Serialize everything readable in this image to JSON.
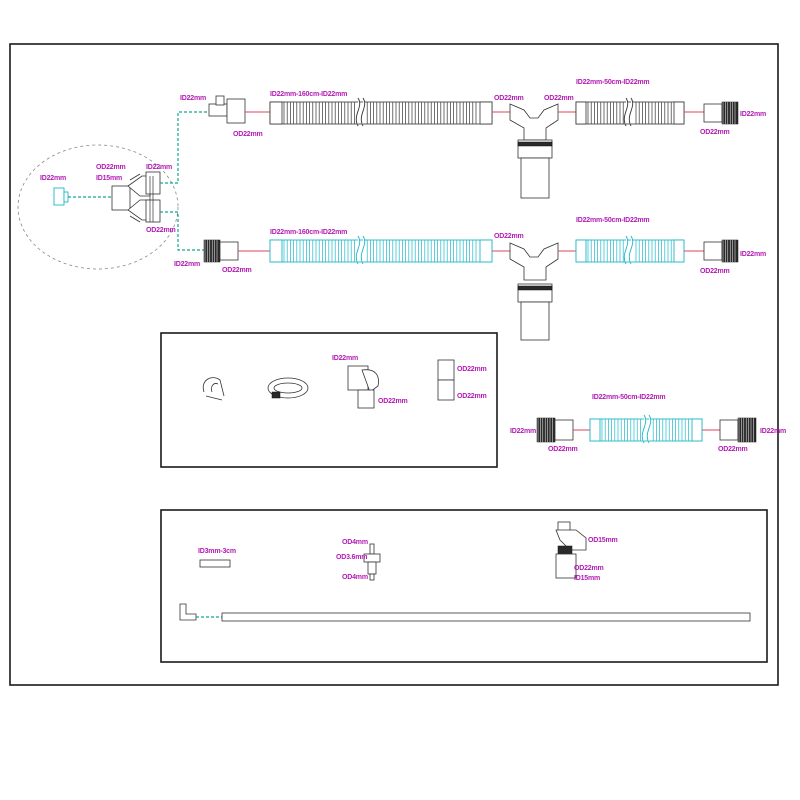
{
  "labels": {
    "mask_id": "ID22mm",
    "y_od_top": "OD22mm",
    "y_id_top": "ID22mm",
    "y_id_mid": "ID15mm",
    "y_od_bottom": "OD22mm",
    "top_port_id": "ID22mm",
    "top_port_od": "OD22mm",
    "top_tube1_spec": "ID22mm-160cm-ID22mm",
    "top_trap_od_left": "OD22mm",
    "top_trap_od_right": "OD22mm",
    "top_tube2_spec": "ID22mm-50cm-ID22mm",
    "top_end_id": "ID22mm",
    "top_end_od": "OD22mm",
    "bot_cuff_id": "ID22mm",
    "bot_cuff_od": "OD22mm",
    "bot_tube1_spec": "ID22mm-160cm-ID22mm",
    "bot_trap_od_left": "OD22mm",
    "bot_tube2_spec": "ID22mm-50cm-ID22mm",
    "bot_end_id": "ID22mm",
    "bot_end_od": "OD22mm",
    "elbow_id": "ID22mm",
    "elbow_od": "OD22mm",
    "conn_od_top": "OD22mm",
    "conn_od_bottom": "OD22mm",
    "ext_tube_spec": "ID22mm-50cm-ID22mm",
    "ext_left_id": "ID22mm",
    "ext_left_od": "OD22mm",
    "ext_right_od": "OD22mm",
    "ext_right_id": "ID22mm",
    "small_tube_spec": "ID3mm-3cm",
    "cap_od_top": "OD4mm",
    "cap_od_mid": "OD3.6mm",
    "cap_od_bottom": "OD4mm",
    "catheter_od": "OD15mm",
    "catheter_od_lower": "OD22mm",
    "catheter_id_lower": "ID15mm"
  },
  "colors": {
    "label": "#b31bb3",
    "outline": "#1a1a1a",
    "cyan_tube": "#1fb7c9",
    "red_link": "#e0435c",
    "green_link": "#16a890"
  }
}
